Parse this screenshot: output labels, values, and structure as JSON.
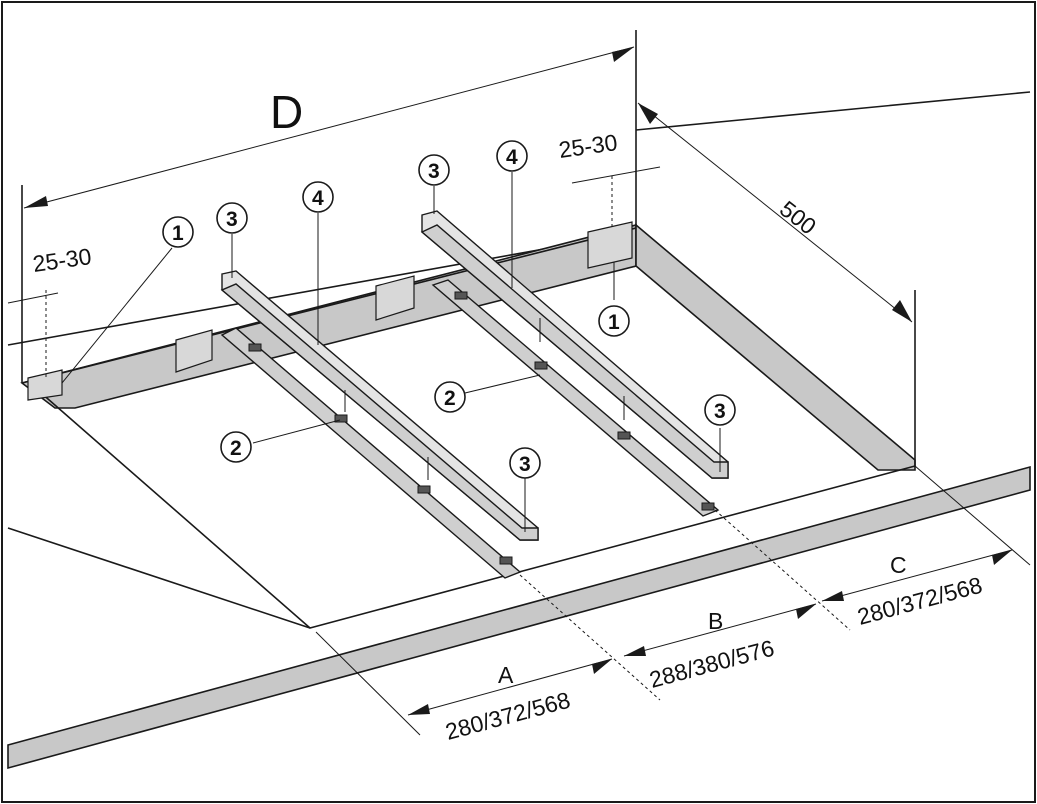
{
  "labels": {
    "overall_depth": "D",
    "inset_left": "25-30",
    "inset_right": "25-30",
    "depth_side": "500",
    "spacing_a_letter": "A",
    "spacing_a_value": "280/372/568",
    "spacing_b_letter": "B",
    "spacing_b_value": "288/380/576",
    "spacing_c_letter": "C",
    "spacing_c_value": "280/372/568"
  },
  "callouts": {
    "bracket_left": "1",
    "bracket_right": "1",
    "rail_left": "2",
    "rail_right": "2",
    "end_cap_left_back": "3",
    "end_cap_left_front": "3",
    "end_cap_right_back": "3",
    "end_cap_right_front": "3",
    "top_rail_left": "4",
    "top_rail_right": "4"
  }
}
